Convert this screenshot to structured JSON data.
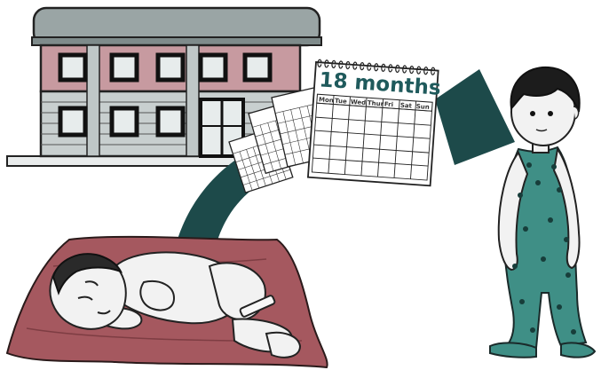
{
  "calendar": {
    "title": "18 months",
    "days": [
      "Mon",
      "Tue",
      "Wed",
      "Thur",
      "Fri",
      "Sat",
      "Sun"
    ]
  },
  "colors": {
    "arrow": "#1d4a4a",
    "building_roof": "#9aa5a5",
    "building_upper": "#c79aa0",
    "building_lower": "#c8cfcf",
    "blanket": "#a5585f",
    "onesie": "#3f8f86",
    "calendar_title": "#1f5a5c"
  }
}
